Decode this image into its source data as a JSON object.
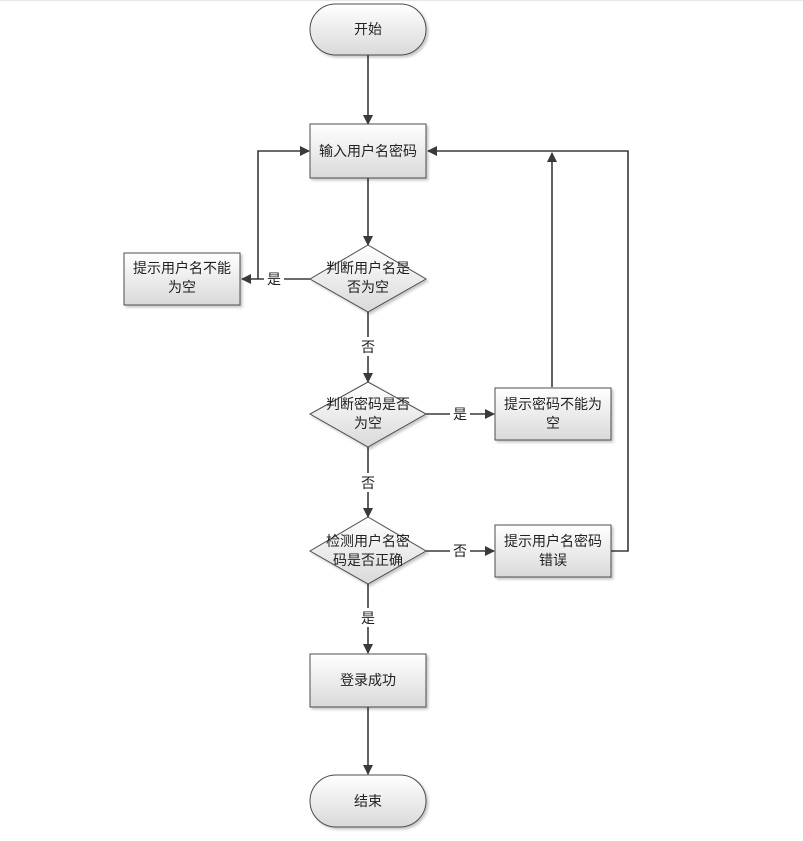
{
  "colors": {
    "node_fill_light": "#ffffff",
    "node_fill_dark": "#d9d9d9",
    "node_stroke": "#4d4d4d",
    "edge_stroke": "#3a3a3a",
    "text": "#222222",
    "background": "#ffffff"
  },
  "nodes": {
    "start": {
      "lines": [
        "开始"
      ]
    },
    "input_credentials": {
      "lines": [
        "输入用户名密码"
      ]
    },
    "check_username_empty": {
      "lines": [
        "判断用户名是",
        "否为空"
      ]
    },
    "prompt_username_empty": {
      "lines": [
        "提示用户名不能",
        "为空"
      ]
    },
    "check_password_empty": {
      "lines": [
        "判断密码是否",
        "为空"
      ]
    },
    "prompt_password_empty": {
      "lines": [
        "提示密码不能为",
        "空"
      ]
    },
    "verify_credentials": {
      "lines": [
        "检测用户名密",
        "码是否正确"
      ]
    },
    "prompt_credentials_wrong": {
      "lines": [
        "提示用户名密码",
        "错误"
      ]
    },
    "login_success": {
      "lines": [
        "登录成功"
      ]
    },
    "end": {
      "lines": [
        "结束"
      ]
    }
  },
  "edge_labels": {
    "username_empty_yes": "是",
    "username_empty_no": "否",
    "password_empty_yes": "是",
    "password_empty_no": "否",
    "credentials_wrong": "否",
    "credentials_correct": "是"
  }
}
